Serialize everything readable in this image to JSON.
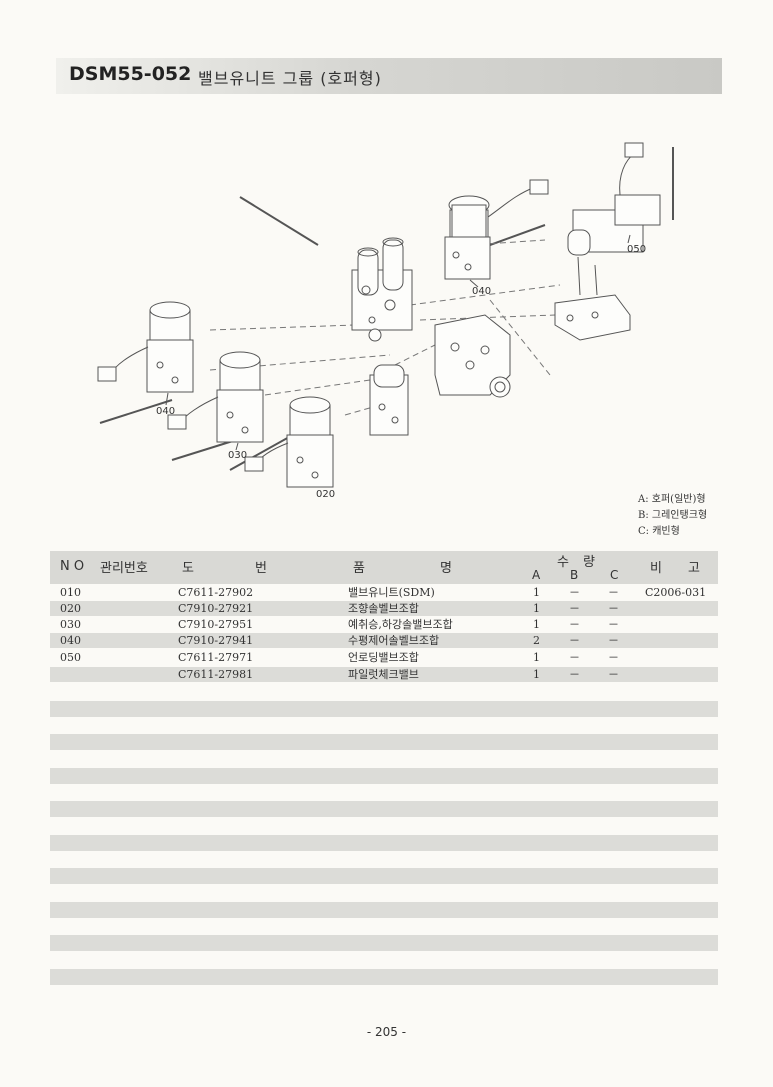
{
  "header": {
    "code": "DSM55-052",
    "name": "밸브유니트 그룹  (호퍼형)"
  },
  "diagram": {
    "callouts": {
      "c040_top": "040",
      "c050": "050",
      "c040_left": "040",
      "c030": "030",
      "c020": "020"
    }
  },
  "legend": [
    "A: 호퍼(일반)형",
    "B: 그레인탱크형",
    "C: 캐빈형"
  ],
  "table": {
    "headers": {
      "no": "N O",
      "mgmt": "관리번호",
      "drawing_a": "도",
      "drawing_b": "번",
      "name_a": "품",
      "name_b": "명",
      "qty_a": "수",
      "qty_b": "량",
      "col_a": "A",
      "col_b": "B",
      "col_c": "C",
      "remark_a": "비",
      "remark_b": "고"
    },
    "rows": [
      {
        "no": "010",
        "drawing": "C7611-27902",
        "name": "밸브유니트(SDM)",
        "a": "1",
        "b": "－",
        "c": "－",
        "remark": "C2006-031"
      },
      {
        "no": "020",
        "drawing": "C7910-27921",
        "name": "조향솔벨브조합",
        "a": "1",
        "b": "－",
        "c": "－",
        "remark": ""
      },
      {
        "no": "030",
        "drawing": "C7910-27951",
        "name": "예취승,하강솔밸브조합",
        "a": "1",
        "b": "－",
        "c": "－",
        "remark": ""
      },
      {
        "no": "040",
        "drawing": "C7910-27941",
        "name": "수평제어솔벨브조합",
        "a": "2",
        "b": "－",
        "c": "－",
        "remark": ""
      },
      {
        "no": "050",
        "drawing": "C7611-27971",
        "name": "언로딩밸브조합",
        "a": "1",
        "b": "－",
        "c": "－",
        "remark": ""
      },
      {
        "no": "",
        "drawing": "C7611-27981",
        "name": "파일럿체크밸브",
        "a": "1",
        "b": "－",
        "c": "－",
        "remark": ""
      }
    ]
  },
  "page_number": "- 205 -",
  "colors": {
    "band": "#dcdcd8",
    "line": "#555555",
    "paper": "#fbfaf6"
  }
}
